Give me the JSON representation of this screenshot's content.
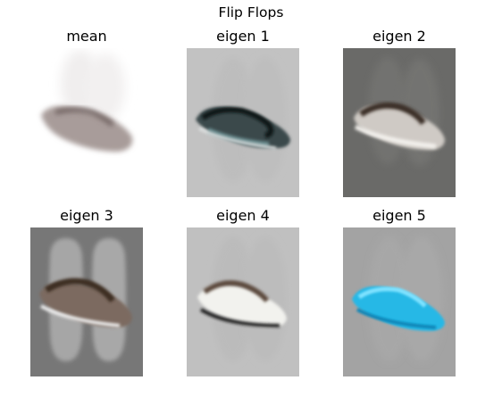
{
  "figure": {
    "title": "Flip Flops"
  },
  "panels": [
    {
      "title": "mean"
    },
    {
      "title": "eigen 1"
    },
    {
      "title": "eigen 2"
    },
    {
      "title": "eigen 3"
    },
    {
      "title": "eigen 4"
    },
    {
      "title": "eigen 5"
    }
  ],
  "colors": {
    "mean_background": "#ffffff",
    "eigen1_background": "#c2c2c2",
    "eigen2_background": "#6a6a68",
    "eigen3_background": "#777777",
    "eigen4_background": "#c0c0c0",
    "eigen5_background": "#a3a3a3",
    "eigen5_accent": "#1ec4ee"
  }
}
